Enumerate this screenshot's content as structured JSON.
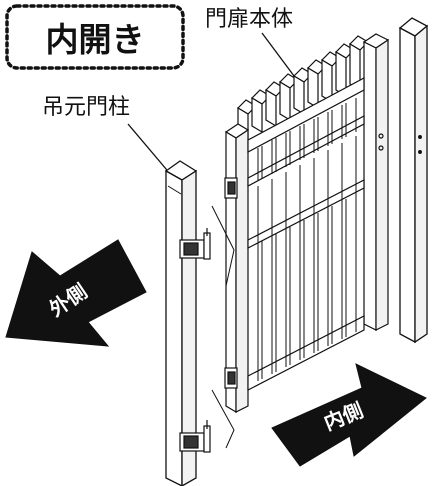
{
  "labels": {
    "opening_type": "内開き",
    "gate_body": "門扉本体",
    "hinge_post": "吊元門柱",
    "outside": "外側",
    "inside": "内側"
  },
  "colors": {
    "line": "#111111",
    "paper": "#ffffff",
    "arrow_fill": "#111111",
    "arrow_text": "#ffffff",
    "hinge_dark": "#333333"
  }
}
